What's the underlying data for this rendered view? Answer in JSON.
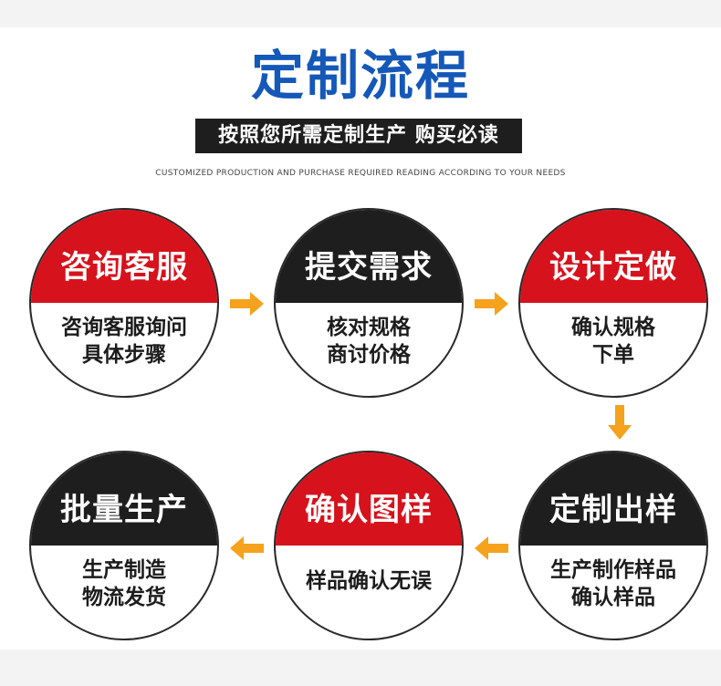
{
  "header": {
    "title": "定制流程",
    "subtitle": "按照您所需定制生产 购买必读",
    "caption": "CUSTOMIZED PRODUCTION AND PURCHASE REQUIRED READING ACCORDING TO YOUR NEEDS"
  },
  "colors": {
    "title": "#1458b8",
    "red": "#d6121c",
    "black": "#1e1e1e",
    "arrow": "#f5a21c"
  },
  "steps": [
    {
      "title": "咨询客服",
      "line1": "咨询客服询问",
      "line2": "具体步骤",
      "color": "red"
    },
    {
      "title": "提交需求",
      "line1": "核对规格",
      "line2": "商讨价格",
      "color": "black"
    },
    {
      "title": "设计定做",
      "line1": "确认规格",
      "line2": "下单",
      "color": "red"
    },
    {
      "title": "批量生产",
      "line1": "生产制造",
      "line2": "物流发货",
      "color": "black"
    },
    {
      "title": "确认图样",
      "line1": "样品确认无误",
      "line2": "",
      "color": "red"
    },
    {
      "title": "定制出样",
      "line1": "生产制作样品",
      "line2": "确认样品",
      "color": "black"
    }
  ]
}
